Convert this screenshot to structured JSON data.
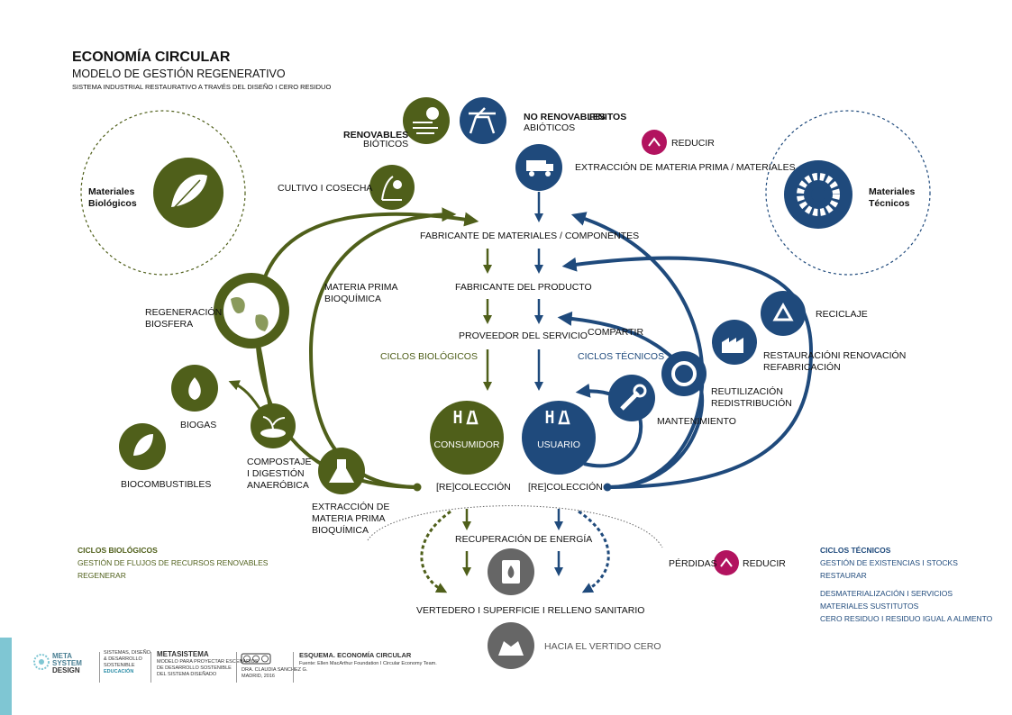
{
  "header": {
    "title": "ECONOMÍA CIRCULAR",
    "subtitle": "MODELO DE GESTIÓN REGENERATIVO",
    "tagline": "SISTEMA INDUSTRIAL RESTAURATIVO A TRAVÉS DEL DISEÑO I CERO RESIDUO"
  },
  "colors": {
    "bio_green": "#4f5f1a",
    "tech_blue": "#1f4a7c",
    "magenta": "#b2135f",
    "grey": "#555555",
    "sidebar_teal": "#7fc6d3"
  },
  "top": {
    "renovables": "RENOVABLES",
    "bioticos": "BIÓTICOS",
    "no_renovables": "NO RENOVABLES",
    "finitos": "FINITOS",
    "abioticos": "ABIÓTICOS",
    "reducir": "REDUCIR",
    "extraccion": "EXTRACCIÓN DE MATERIA PRIMA / MATERIALES"
  },
  "materiales_biologicos": {
    "line1": "Materiales",
    "line2": "Biológicos"
  },
  "materiales_tecnicos": {
    "line1": "Materiales",
    "line2": "Técnicos"
  },
  "center": {
    "fabricante_materiales": "FABRICANTE DE MATERIALES / COMPONENTES",
    "fabricante_producto": "FABRICANTE DEL PRODUCTO",
    "proveedor": "PROVEEDOR DEL SERVICIO",
    "compartir": "COMPARTIR",
    "ciclos_biologicos": "CICLOS BIOLÓGICOS",
    "ciclos_tecnicos": "CICLOS TÉCNICOS",
    "consumidor": "CONSUMIDOR",
    "usuario": "USUARIO",
    "recoleccion_bio": "[RE]COLECCIÓN",
    "recoleccion_tec": "[RE]COLECCIÓN",
    "recuperacion_energia": "RECUPERACIÓN DE ENERGÍA",
    "vertedero": "VERTEDERO I SUPERFICIE I RELLENO SANITARIO",
    "hacia_vertido": "HACIA EL VERTIDO CERO",
    "perdidas": "PÉRDIDAS",
    "reducir2": "REDUCIR"
  },
  "bio_nodes": {
    "cultivo": "CULTIVO I COSECHA",
    "materia_prima_1": "MATERIA PRIMA",
    "materia_prima_2": "BIOQUÍMICA",
    "regeneracion_1": "REGENERACIÓN",
    "regeneracion_2": "BIOSFERA",
    "biogas": "BIOGAS",
    "biocombustibles": "BIOCOMBUSTIBLES",
    "compostaje_1": "COMPOSTAJE",
    "compostaje_2": "I DIGESTIÓN",
    "compostaje_3": "ANAERÓBICA",
    "extraccion_1": "EXTRACCIÓN DE",
    "extraccion_2": "MATERIA PRIMA",
    "extraccion_3": "BIOQUÍMICA"
  },
  "tec_nodes": {
    "reciclaje": "RECICLAJE",
    "restauracion_1": "RESTAURACIÓNI RENOVACIÓN",
    "restauracion_2": "REFABRICACIÓN",
    "reutilizacion_1": "REUTILIZACIÓN",
    "reutilizacion_2": "REDISTRIBUCIÓN",
    "mantenimiento": "MANTENIMIENTO"
  },
  "legend_bio": {
    "title": "CICLOS BIOLÓGICOS",
    "line1": "GESTIÓN DE FLUJOS DE RECURSOS RENOVABLES",
    "line2": "REGENERAR"
  },
  "legend_tec": {
    "title": "CICLOS TÉCNICOS",
    "line1": "GESTIÓN DE EXISTENCIAS I STOCKS",
    "line2": "RESTAURAR",
    "line3": "DESMATERIALIZACIÓN I SERVICIOS",
    "line4": "MATERIALES SUSTITUTOS",
    "line5": "CERO RESIDUO I RESIDUO IGUAL A ALIMENTO"
  },
  "footer": {
    "logo_top": "META",
    "logo_mid": "SYSTEM",
    "logo_bottom": "DESIGN",
    "col1_1": "SISTEMAS, DISEÑO",
    "col1_2": "& DESARROLLO",
    "col1_3": "SOSTENIBLE",
    "col1_4": "EDUCACIÓN",
    "col2_title": "METASISTEMA",
    "col2_1": "MODELO PARA PROYECTAR ESCENARIOS",
    "col2_2": "DE DESARROLLO SOSTENIBLE",
    "col2_3": "DEL SISTEMA DISEÑADO",
    "col3_1": "DRA. CLAUDIA SANCHEZ G.",
    "col3_2": "MADRID, 2016",
    "col4_title": "ESQUEMA. ECONOMÍA CIRCULAR",
    "col4_1": "Fuente: Ellen MacArthur Foundation I Circular Economy Team."
  }
}
